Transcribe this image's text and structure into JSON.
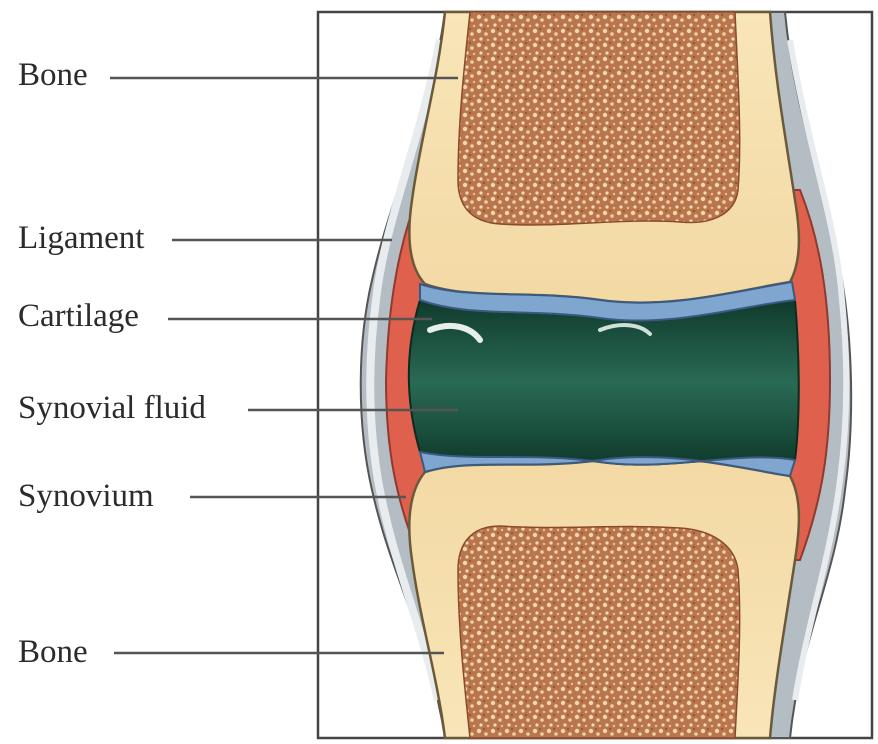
{
  "labels": {
    "bone_top": "Bone",
    "ligament": "Ligament",
    "cartilage": "Cartilage",
    "synovial_fluid": "Synovial fluid",
    "synovium": "Synovium",
    "bone_bottom": "Bone"
  },
  "colors": {
    "bone_shell": "#f6e2b0",
    "spongy_bone": "#a5623f",
    "cartilage": "#7fa6cf",
    "synovial_fluid": "#1c4d3d",
    "synovium": "#e0604e",
    "ligament": "#9aa3ab",
    "leader_line": "#555555",
    "frame": "#444444"
  }
}
